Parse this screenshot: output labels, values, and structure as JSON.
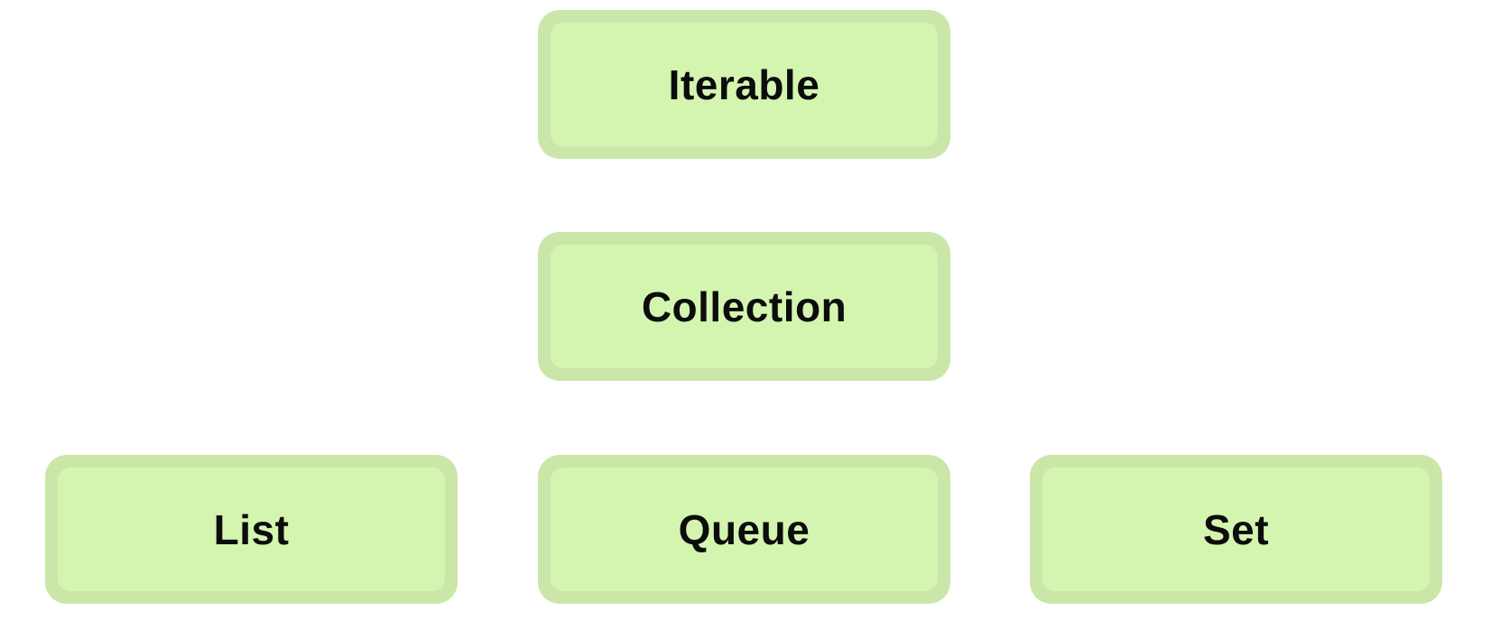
{
  "diagram": {
    "nodes": [
      {
        "id": "iterable",
        "label": "Iterable"
      },
      {
        "id": "collection",
        "label": "Collection"
      },
      {
        "id": "list",
        "label": "List"
      },
      {
        "id": "queue",
        "label": "Queue"
      },
      {
        "id": "set",
        "label": "Set"
      }
    ]
  },
  "colors": {
    "node_border": "#cae7a9",
    "node_fill": "#d4f5b0",
    "text": "#0c0c0c",
    "background": "#ffffff"
  }
}
